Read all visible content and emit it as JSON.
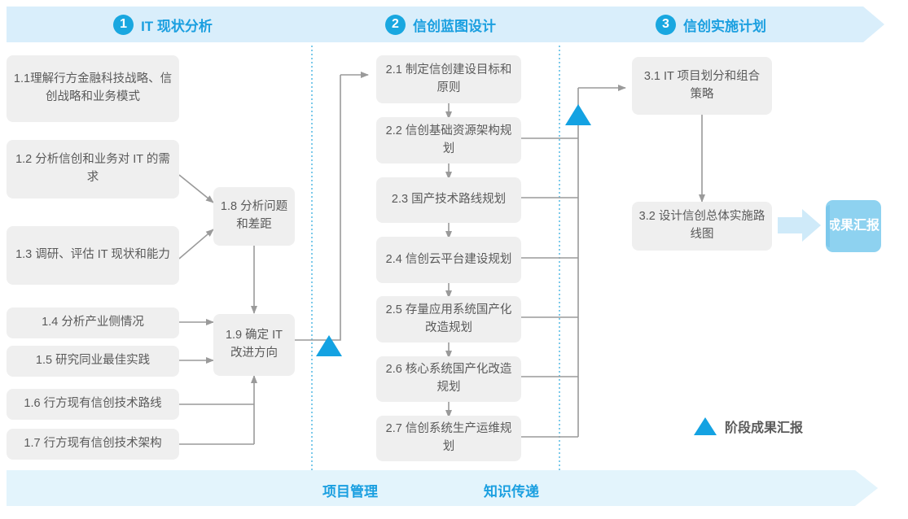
{
  "phases": [
    {
      "num": "1",
      "label": "IT 现状分析"
    },
    {
      "num": "2",
      "label": "信创蓝图设计"
    },
    {
      "num": "3",
      "label": "信创实施计划"
    }
  ],
  "nodes": {
    "n11": "1.1理解行方金融科技战略、信创战略和业务模式",
    "n12": "1.2 分析信创和业务对 IT 的需求",
    "n13": "1.3 调研、评估 IT 现状和能力",
    "n14": "1.4 分析产业侧情况",
    "n15": "1.5 研究同业最佳实践",
    "n16": "1.6 行方现有信创技术路线",
    "n17": "1.7 行方现有信创技术架构",
    "n18": "1.8 分析问题和差距",
    "n19": "1.9 确定 IT 改进方向",
    "n21": "2.1 制定信创建设目标和原则",
    "n22": "2.2 信创基础资源架构规划",
    "n23": "2.3 国产技术路线规划",
    "n24": "2.4 信创云平台建设规划",
    "n25": "2.5 存量应用系统国产化改造规划",
    "n26": "2.6 核心系统国产化改造规划",
    "n27": "2.7 信创系统生产运维规划",
    "n31": "3.1 IT 项目划分和组合策略",
    "n32": "3.2 设计信创总体实施路线图"
  },
  "result_badge": "成果汇报",
  "legend": {
    "label": "阶段成果汇报"
  },
  "bottom": {
    "left_label": "项目管理",
    "right_label": "知识传递"
  },
  "colors": {
    "banner_bg": "#d9eefb",
    "bottom_bg": "#e3f4fc",
    "accent_blue": "#1a9fe0",
    "milestone_blue": "#14a2e2",
    "node_bg": "#efefef",
    "node_text": "#5a5a5a",
    "connector": "#9a9a9a",
    "badge_bg": "#8ed2f0",
    "dotted_divider": "#5bbde4"
  }
}
